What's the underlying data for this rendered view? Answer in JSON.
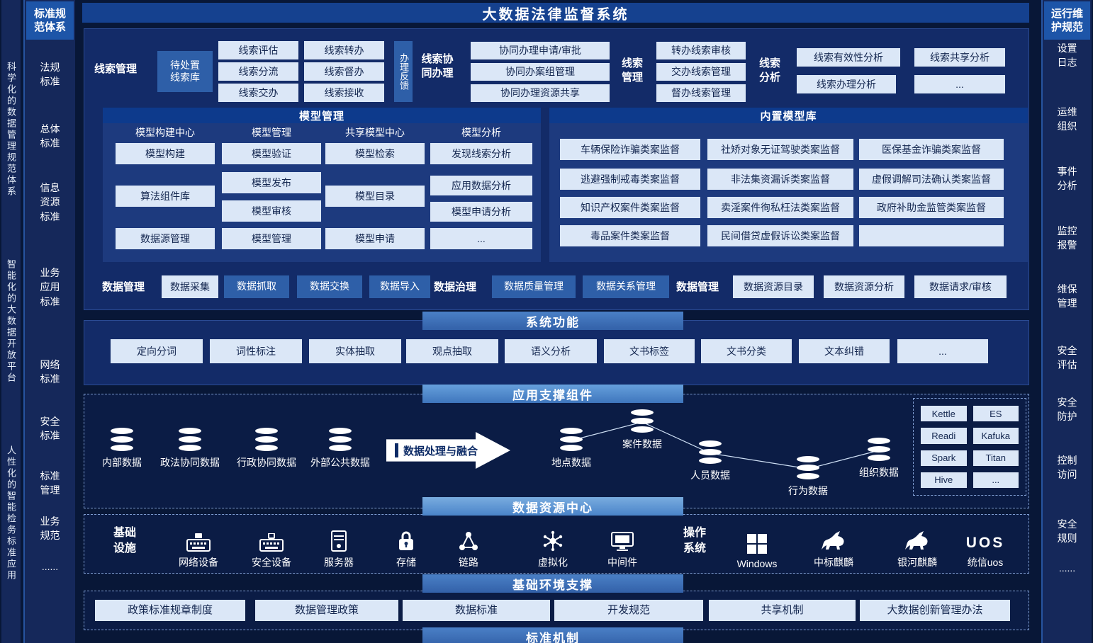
{
  "title": "大数据法律监督系统",
  "colors": {
    "background": "#081737",
    "panel": "#132b68",
    "subpanel": "#1d3a7e",
    "button_light": "#dbe7f7",
    "button_blue": "#2e5fa8",
    "band_blue": "#4a80c6",
    "sidebar_header": "#1d55a8",
    "title_bar": "#15418f"
  },
  "icons": {
    "database": "cylinder-stack",
    "flow_arrow": "right-arrow",
    "network": "keyboard-icon",
    "security": "lock-keyboard-icon",
    "server": "server-tower-icon",
    "storage": "padlock-icon",
    "link": "node-triangle-icon",
    "virtualization": "hub-spokes-icon",
    "middleware": "monitor-icon",
    "windows": "windows-logo",
    "kylin": "kirin-horse-icon",
    "uos": "uos-logo"
  },
  "strip": {
    "items": [
      "科学化的数据管理规范体系",
      "智能化的大数据开放平台",
      "人性化的智能检务标准应用"
    ]
  },
  "sidebar_left": {
    "header": "标准规范体系",
    "items": [
      "法规标准",
      "总体标准",
      "信息资源标准",
      "业务应用标准",
      "网络标准",
      "安全标准",
      "标准管理",
      "业务规范",
      "......"
    ]
  },
  "sidebar_right": {
    "header": "运行维护规范",
    "items": [
      "设置日志",
      "运维组织",
      "事件分析",
      "监控报警",
      "维保管理",
      "安全评估",
      "安全防护",
      "控制访问",
      "安全规则",
      "......"
    ]
  },
  "clue": {
    "label": "线索管理",
    "pending": "待处置线索库",
    "buttons": [
      "线索评估",
      "线索转办",
      "线索分流",
      "线索督办",
      "线索交办",
      "线索接收"
    ],
    "feedback": "办理反馈",
    "collab_label": "线索协同办理",
    "collab": [
      "协同办理申请/审批",
      "协同办案组管理",
      "协同办理资源共享"
    ],
    "manage_label": "线索管理",
    "manage": [
      "转办线索审核",
      "交办线索管理",
      "督办线索管理"
    ],
    "analysis_label": "线索分析",
    "analysis": [
      "线索有效性分析",
      "线索共享分析",
      "线索办理分析",
      "..."
    ]
  },
  "model": {
    "header": "模型管理",
    "col_titles": [
      "模型构建中心",
      "模型管理",
      "共享模型中心",
      "模型分析"
    ],
    "col1": [
      "模型构建",
      "算法组件库",
      "数据源管理"
    ],
    "col2": [
      "模型验证",
      "模型发布",
      "模型审核",
      "模型管理"
    ],
    "col3": [
      "模型检索",
      "模型目录",
      "模型申请"
    ],
    "col4": [
      "发现线索分析",
      "应用数据分析",
      "模型申请分析",
      "..."
    ]
  },
  "builtin": {
    "header": "内置模型库",
    "cells": [
      "车辆保险诈骗类案监督",
      "社矫对象无证驾驶类案监督",
      "医保基金诈骗类案监督",
      "逃避强制戒毒类案监督",
      "非法集资漏诉类案监督",
      "虚假调解司法确认类案监督",
      "知识产权案件类案监督",
      "卖淫案件徇私枉法类案监督",
      "政府补助金监管类案监督",
      "毒品案件类案监督",
      "民间借贷虚假诉讼类案监督",
      ""
    ]
  },
  "data_mgmt": {
    "label1": "数据管理",
    "label2": "数据治理",
    "label3": "数据管理",
    "light": [
      "数据采集",
      "数据资源目录",
      "数据资源分析",
      "数据请求/审核"
    ],
    "blue": [
      "数据抓取",
      "数据交换",
      "数据导入",
      "数据质量管理",
      "数据关系管理"
    ]
  },
  "sysfunc": {
    "header": "系统功能",
    "items": [
      "定向分词",
      "词性标注",
      "实体抽取",
      "观点抽取",
      "语义分析",
      "文书标签",
      "文书分类",
      "文本纠错",
      "..."
    ]
  },
  "support": {
    "header": "应用支撑组件",
    "sources": [
      "内部数据",
      "政法协同数据",
      "行政协同数据",
      "外部公共数据"
    ],
    "arrow": "数据处理与融合",
    "targets": [
      "案件数据",
      "地点数据",
      "人员数据",
      "行为数据",
      "组织数据"
    ],
    "tools": [
      "Kettle",
      "ES",
      "Readi",
      "Kafuka",
      "Spark",
      "Titan",
      "Hive",
      "..."
    ]
  },
  "datacenter": {
    "header": "数据资源中心"
  },
  "infra": {
    "label": "基础设施",
    "items": [
      "网络设备",
      "安全设备",
      "服务器",
      "存储",
      "链路",
      "虚拟化",
      "中间件"
    ],
    "os_label": "操作系统",
    "os_items": [
      "Windows",
      "中标麒麟",
      "银河麒麟",
      "统信uos"
    ],
    "uos_logo": "UOS"
  },
  "baseenv": {
    "header": "基础环境支撑"
  },
  "policy": {
    "items": [
      "政策标准规章制度",
      "数据管理政策",
      "数据标准",
      "开发规范",
      "共享机制",
      "大数据创新管理办法"
    ]
  },
  "mechanism": {
    "header": "标准机制"
  }
}
